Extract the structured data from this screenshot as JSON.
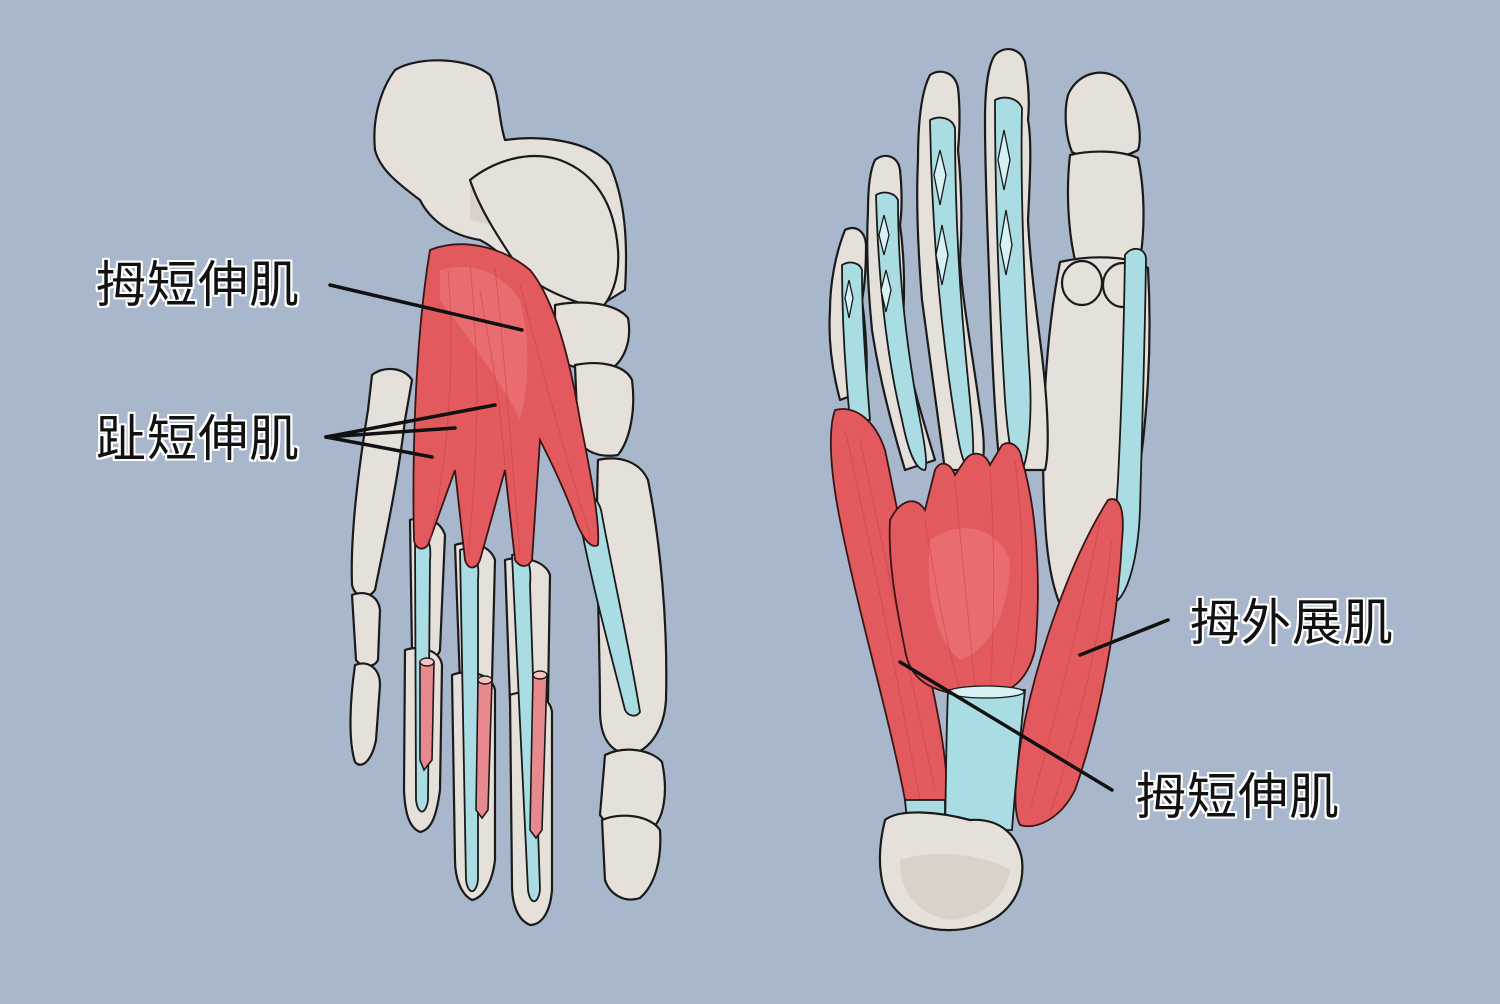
{
  "figure": {
    "background_color": "#a8b7cb",
    "colors": {
      "bone": "#e6e0da",
      "muscle": "#e25a5d",
      "tendon": "#a9dde3",
      "outline": "#1a1a1a",
      "label_text": "#111111"
    },
    "views": [
      {
        "id": "dorsal",
        "description": "left foot, dorsal view"
      },
      {
        "id": "plantar",
        "description": "right foot, plantar view"
      }
    ]
  },
  "labels": {
    "left_top": "拇短伸肌",
    "left_middle": "趾短伸肌",
    "right_top": "拇外展肌",
    "right_bottom": "拇短伸肌"
  }
}
